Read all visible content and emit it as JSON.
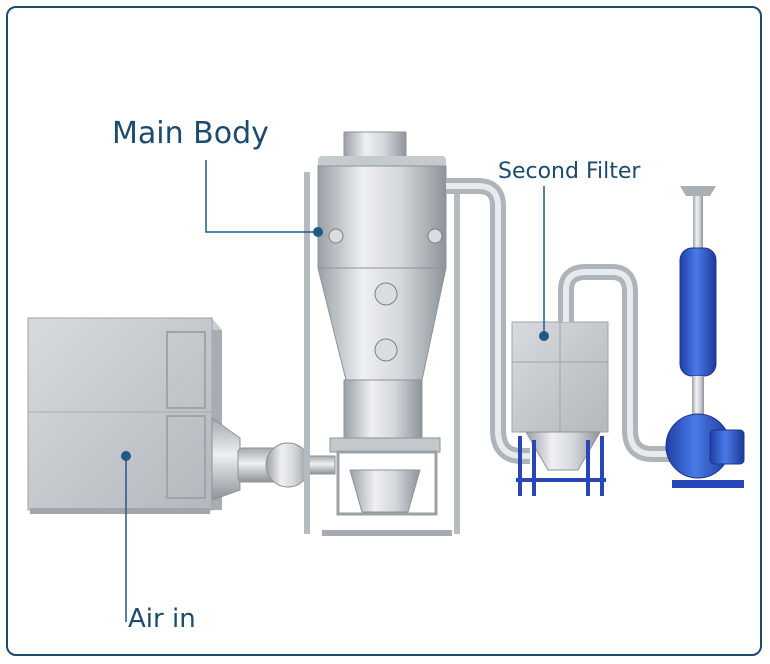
{
  "labels": {
    "main_body": "Main Body",
    "second_filter": "Second Filter",
    "air_in": "Air in"
  },
  "colors": {
    "frame": "#1b4a6b",
    "label_text": "#1d4b6e",
    "leader_line": "#1f5a86",
    "steel_light": "#e6e9ec",
    "steel_mid": "#b9bfc5",
    "steel_dark": "#8a9096",
    "fan_blue": "#2f5fd0",
    "stand_blue": "#2846b8"
  }
}
